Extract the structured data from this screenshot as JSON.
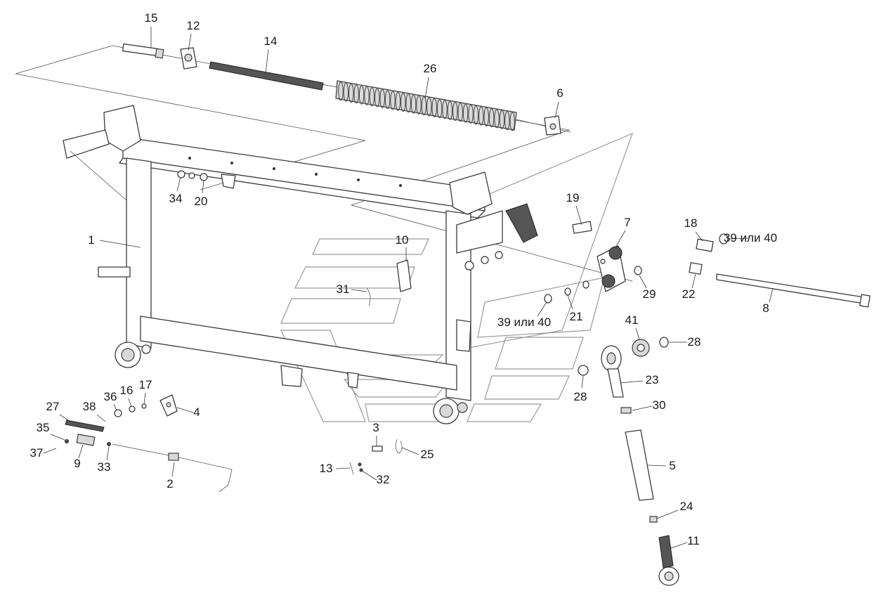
{
  "callouts": [
    {
      "id": "c1",
      "label": "1"
    },
    {
      "id": "c2",
      "label": "2"
    },
    {
      "id": "c3",
      "label": "3"
    },
    {
      "id": "c4",
      "label": "4"
    },
    {
      "id": "c5",
      "label": "5"
    },
    {
      "id": "c6",
      "label": "6"
    },
    {
      "id": "c7",
      "label": "7"
    },
    {
      "id": "c8",
      "label": "8"
    },
    {
      "id": "c9",
      "label": "9"
    },
    {
      "id": "c10",
      "label": "10"
    },
    {
      "id": "c11",
      "label": "11"
    },
    {
      "id": "c12",
      "label": "12"
    },
    {
      "id": "c13",
      "label": "13"
    },
    {
      "id": "c14",
      "label": "14"
    },
    {
      "id": "c15",
      "label": "15"
    },
    {
      "id": "c16",
      "label": "16"
    },
    {
      "id": "c17",
      "label": "17"
    },
    {
      "id": "c18",
      "label": "18"
    },
    {
      "id": "c19",
      "label": "19"
    },
    {
      "id": "c20",
      "label": "20"
    },
    {
      "id": "c21",
      "label": "21"
    },
    {
      "id": "c22",
      "label": "22"
    },
    {
      "id": "c23",
      "label": "23"
    },
    {
      "id": "c24",
      "label": "24"
    },
    {
      "id": "c25",
      "label": "25"
    },
    {
      "id": "c26",
      "label": "26"
    },
    {
      "id": "c27",
      "label": "27"
    },
    {
      "id": "c28a",
      "label": "28"
    },
    {
      "id": "c28b",
      "label": "28"
    },
    {
      "id": "c29",
      "label": "29"
    },
    {
      "id": "c30",
      "label": "30"
    },
    {
      "id": "c31",
      "label": "31"
    },
    {
      "id": "c32",
      "label": "32"
    },
    {
      "id": "c33",
      "label": "33"
    },
    {
      "id": "c34",
      "label": "34"
    },
    {
      "id": "c35",
      "label": "35"
    },
    {
      "id": "c36",
      "label": "36"
    },
    {
      "id": "c37",
      "label": "37"
    },
    {
      "id": "c38",
      "label": "38"
    },
    {
      "id": "c39a",
      "label": "39 или 40"
    },
    {
      "id": "c39b",
      "label": "39 или 40"
    },
    {
      "id": "c41",
      "label": "41"
    }
  ]
}
